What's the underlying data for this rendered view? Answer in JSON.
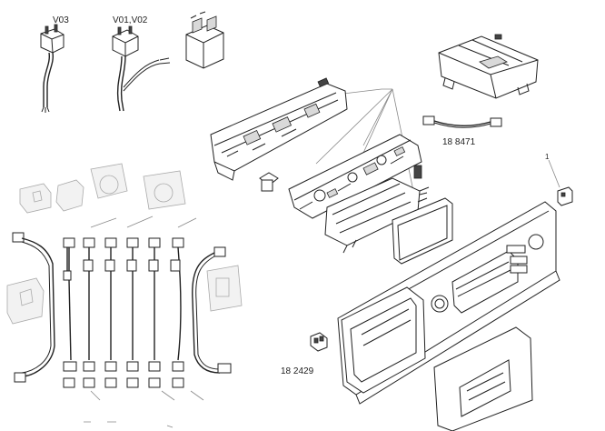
{
  "labels": {
    "v03": "V03",
    "v01_v02": "V01,V02",
    "part_188471": "18 8471",
    "part_182429": "18 2429",
    "ref_1": "1"
  }
}
